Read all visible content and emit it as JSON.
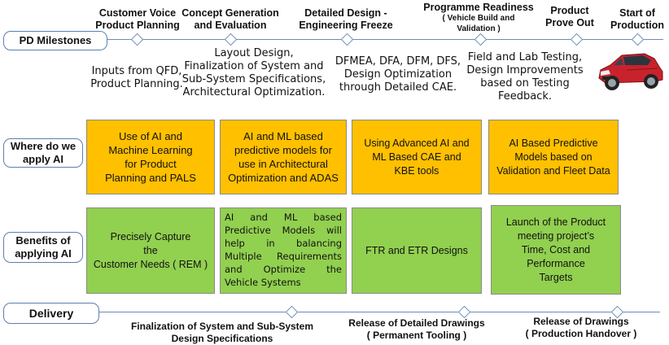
{
  "rows": {
    "milestones": "PD Milestones",
    "where": "Where do we\napply AI",
    "benefits": "Benefits of\napplying AI",
    "delivery": "Delivery"
  },
  "milestones": [
    {
      "title": "Customer Voice\nProduct Planning",
      "desc": "Inputs from QFD,\nProduct Planning."
    },
    {
      "title": "Concept Generation\nand Evaluation",
      "desc": "Layout Design,\nFinalization of System and\nSub-System Specifications,\nArchitectural Optimization."
    },
    {
      "title": "Detailed Design -\nEngineering Freeze",
      "desc": "DFMEA, DFA, DFM, DFS,\nDesign Optimization\nthrough Detailed CAE."
    },
    {
      "title": "Programme Readiness",
      "subtitle": "( Vehicle Build and\nValidation )",
      "desc": "Field and Lab Testing,\nDesign Improvements\nbased on Testing\nFeedback."
    },
    {
      "title": "Product\nProve Out"
    },
    {
      "title": "Start of\nProduction"
    }
  ],
  "ai_boxes": [
    "Use of AI and\nMachine Learning\nfor Product\nPlanning and PALS",
    "AI and ML based\npredictive models for\nuse in Architectural\nOptimization and ADAS",
    "Using Advanced AI and\nML Based  CAE and\nKBE tools",
    "AI  Based Predictive\nModels based on\nValidation and Fleet Data"
  ],
  "benefit_boxes": [
    "Precisely Capture\nthe\nCustomer Needs ( REM )",
    "AI and ML based Predictive Models will help in balancing Multiple Requirements and Optimize the Vehicle Systems",
    "FTR and ETR Designs",
    "Launch of the Product\nmeeting project’s\nTime, Cost and\nPerformance\nTargets"
  ],
  "delivery_items": [
    "Finalization of System and Sub-System\nDesign Specifications",
    "Release of Detailed Drawings\n( Permanent Tooling )",
    "Release of Drawings\n( Production Handover )"
  ],
  "colors": {
    "orange": "#ffc000",
    "green": "#92d050",
    "line": "#6a8bb8"
  },
  "icons": {
    "car": "red-suv-car-image"
  }
}
